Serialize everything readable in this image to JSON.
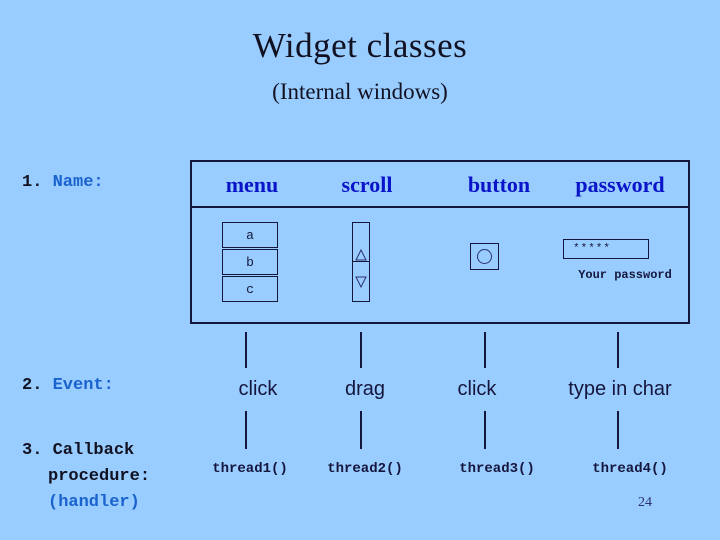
{
  "slide": {
    "title": "Widget classes",
    "subtitle": "(Internal windows)",
    "page_number": "24",
    "background_color": "#99ccff",
    "accent_blue": "#0a14c8",
    "label_blue": "#1a63cf",
    "ink": "#15163d"
  },
  "rows": {
    "name": {
      "number": "1.",
      "text": " Name:"
    },
    "event": {
      "number": "2.",
      "text": " Event:"
    },
    "callback": {
      "number": "3.",
      "text": " Callback",
      "line2": "procedure:",
      "line3": "(handler)"
    }
  },
  "columns": [
    {
      "name": "menu",
      "header": "menu",
      "event": "click",
      "callback": "thread1()"
    },
    {
      "name": "scroll",
      "header": "scroll",
      "event": "drag",
      "callback": "thread2()"
    },
    {
      "name": "button",
      "header": "button",
      "event": "click",
      "callback": "thread3()"
    },
    {
      "name": "password",
      "header": "password",
      "event": "type in char",
      "callback": "thread4()"
    }
  ],
  "widgets": {
    "menu": {
      "items": [
        "a",
        "b",
        "c"
      ]
    },
    "scroll": {
      "up_arrow": "scroll-up-arrow-icon",
      "down_arrow": "scroll-down-arrow-icon"
    },
    "button": {
      "glyph": "circle-icon"
    },
    "password": {
      "value": "*****",
      "caption": "Your password"
    }
  }
}
